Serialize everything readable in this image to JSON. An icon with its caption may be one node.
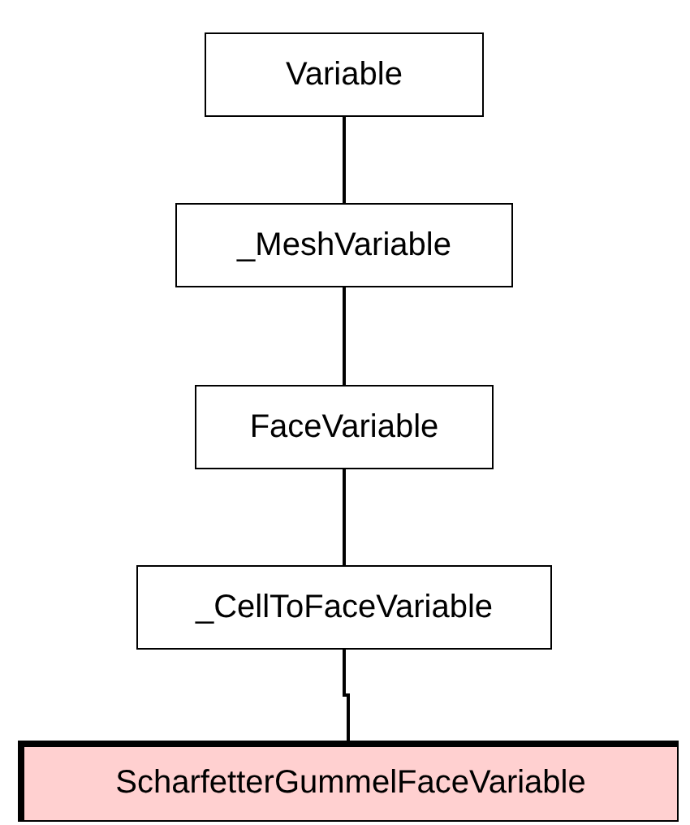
{
  "diagram": {
    "nodes": [
      {
        "text": [
          "Variable"
        ]
      },
      {
        "text": [
          "_MeshVariable"
        ]
      },
      {
        "text": [
          "FaceVariable"
        ]
      },
      {
        "text": [
          "_CellToFaceVariable"
        ]
      },
      {
        "text": [
          "ScharfetterGummelFaceVariable"
        ]
      }
    ],
    "edges": [
      {
        "from": 0,
        "to": 1,
        "arrow": "none"
      },
      {
        "from": 1,
        "to": 2,
        "arrow": "none"
      },
      {
        "from": 2,
        "to": 3,
        "arrow": "none"
      },
      {
        "from": 3,
        "to": 4,
        "arrow": "none"
      }
    ]
  }
}
